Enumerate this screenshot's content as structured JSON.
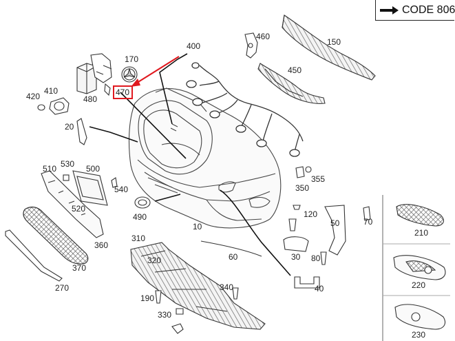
{
  "header": {
    "code_label": "CODE 806"
  },
  "colors": {
    "highlight": "#e0191f",
    "part_stroke": "#444444",
    "part_fill": "#f7f7f7",
    "label": "#222222"
  },
  "callouts": {
    "c10": "10",
    "c20": "20",
    "c30": "30",
    "c40": "40",
    "c50": "50",
    "c60": "60",
    "c70": "70",
    "c80": "80",
    "c120": "120",
    "c150": "150",
    "c170": "170",
    "c190": "190",
    "c210": "210",
    "c220": "220",
    "c230": "230",
    "c270": "270",
    "c310": "310",
    "c320": "320",
    "c330": "330",
    "c340": "340",
    "c350": "350",
    "c355": "355",
    "c360": "360",
    "c370": "370",
    "c400": "400",
    "c410": "410",
    "c420": "420",
    "c450": "450",
    "c460": "460",
    "c470": "470",
    "c480": "480",
    "c490": "490",
    "c500": "500",
    "c510": "510",
    "c520": "520",
    "c530": "530",
    "c540": "540"
  },
  "highlighted_callout": "470"
}
